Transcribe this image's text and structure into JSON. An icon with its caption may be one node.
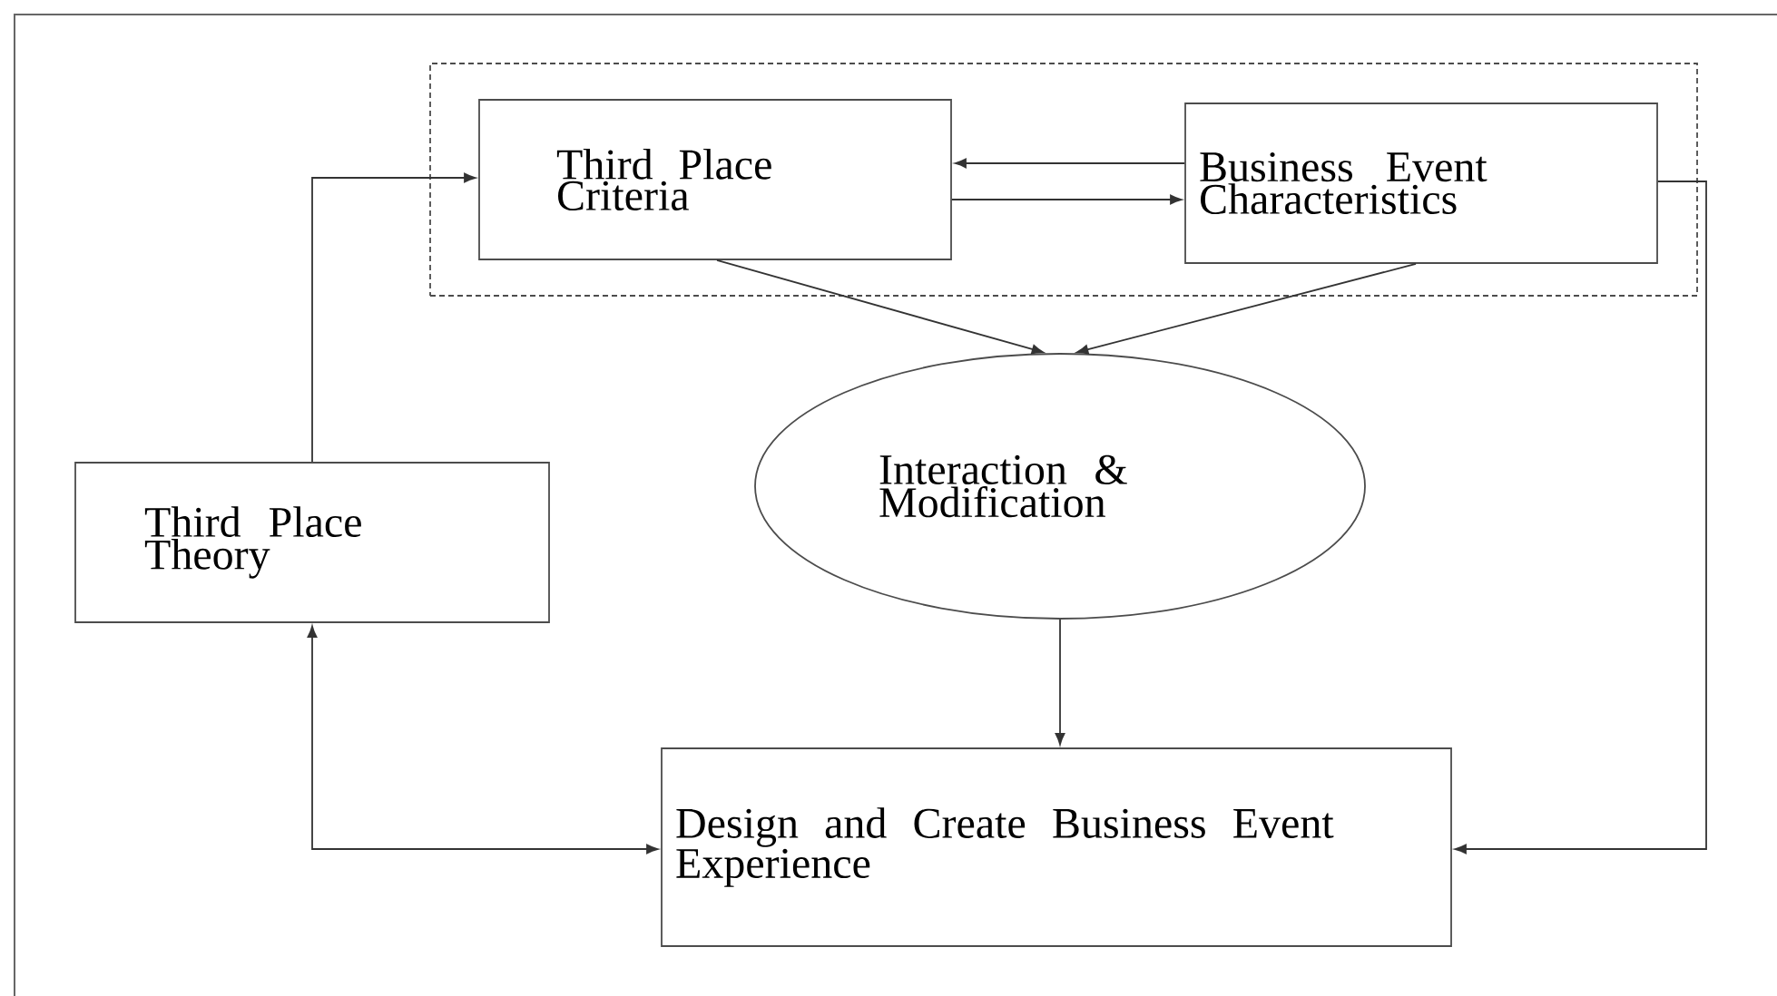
{
  "diagram": {
    "nodes": [
      {
        "text": [],
        "shape": "box"
      },
      {
        "text": [
          "Third Place Criteria"
        ],
        "in": 0
      },
      {
        "text": [
          "Business Event Characteristics"
        ],
        "in": 0
      },
      {
        "text": [
          "Third Place Theory"
        ]
      },
      {
        "text": [
          "Interaction & Modification"
        ]
      },
      {
        "text": [
          "Design and Create Business Event Experience"
        ]
      }
    ],
    "edges": [
      {
        "from": 2,
        "to": 1,
        "arrow": "to"
      },
      {
        "from": 1,
        "to": 2,
        "arrow": "to"
      },
      {
        "from": 1,
        "to": 4,
        "arrow": "to"
      },
      {
        "from": 2,
        "to": 4,
        "arrow": "to"
      },
      {
        "from": 3,
        "to": 1,
        "arrow": "to"
      },
      {
        "from": 3,
        "to": 5,
        "arrow": "both"
      },
      {
        "from": 4,
        "to": 5,
        "arrow": "to"
      },
      {
        "from": 2,
        "to": 5,
        "arrow": "to"
      }
    ]
  }
}
